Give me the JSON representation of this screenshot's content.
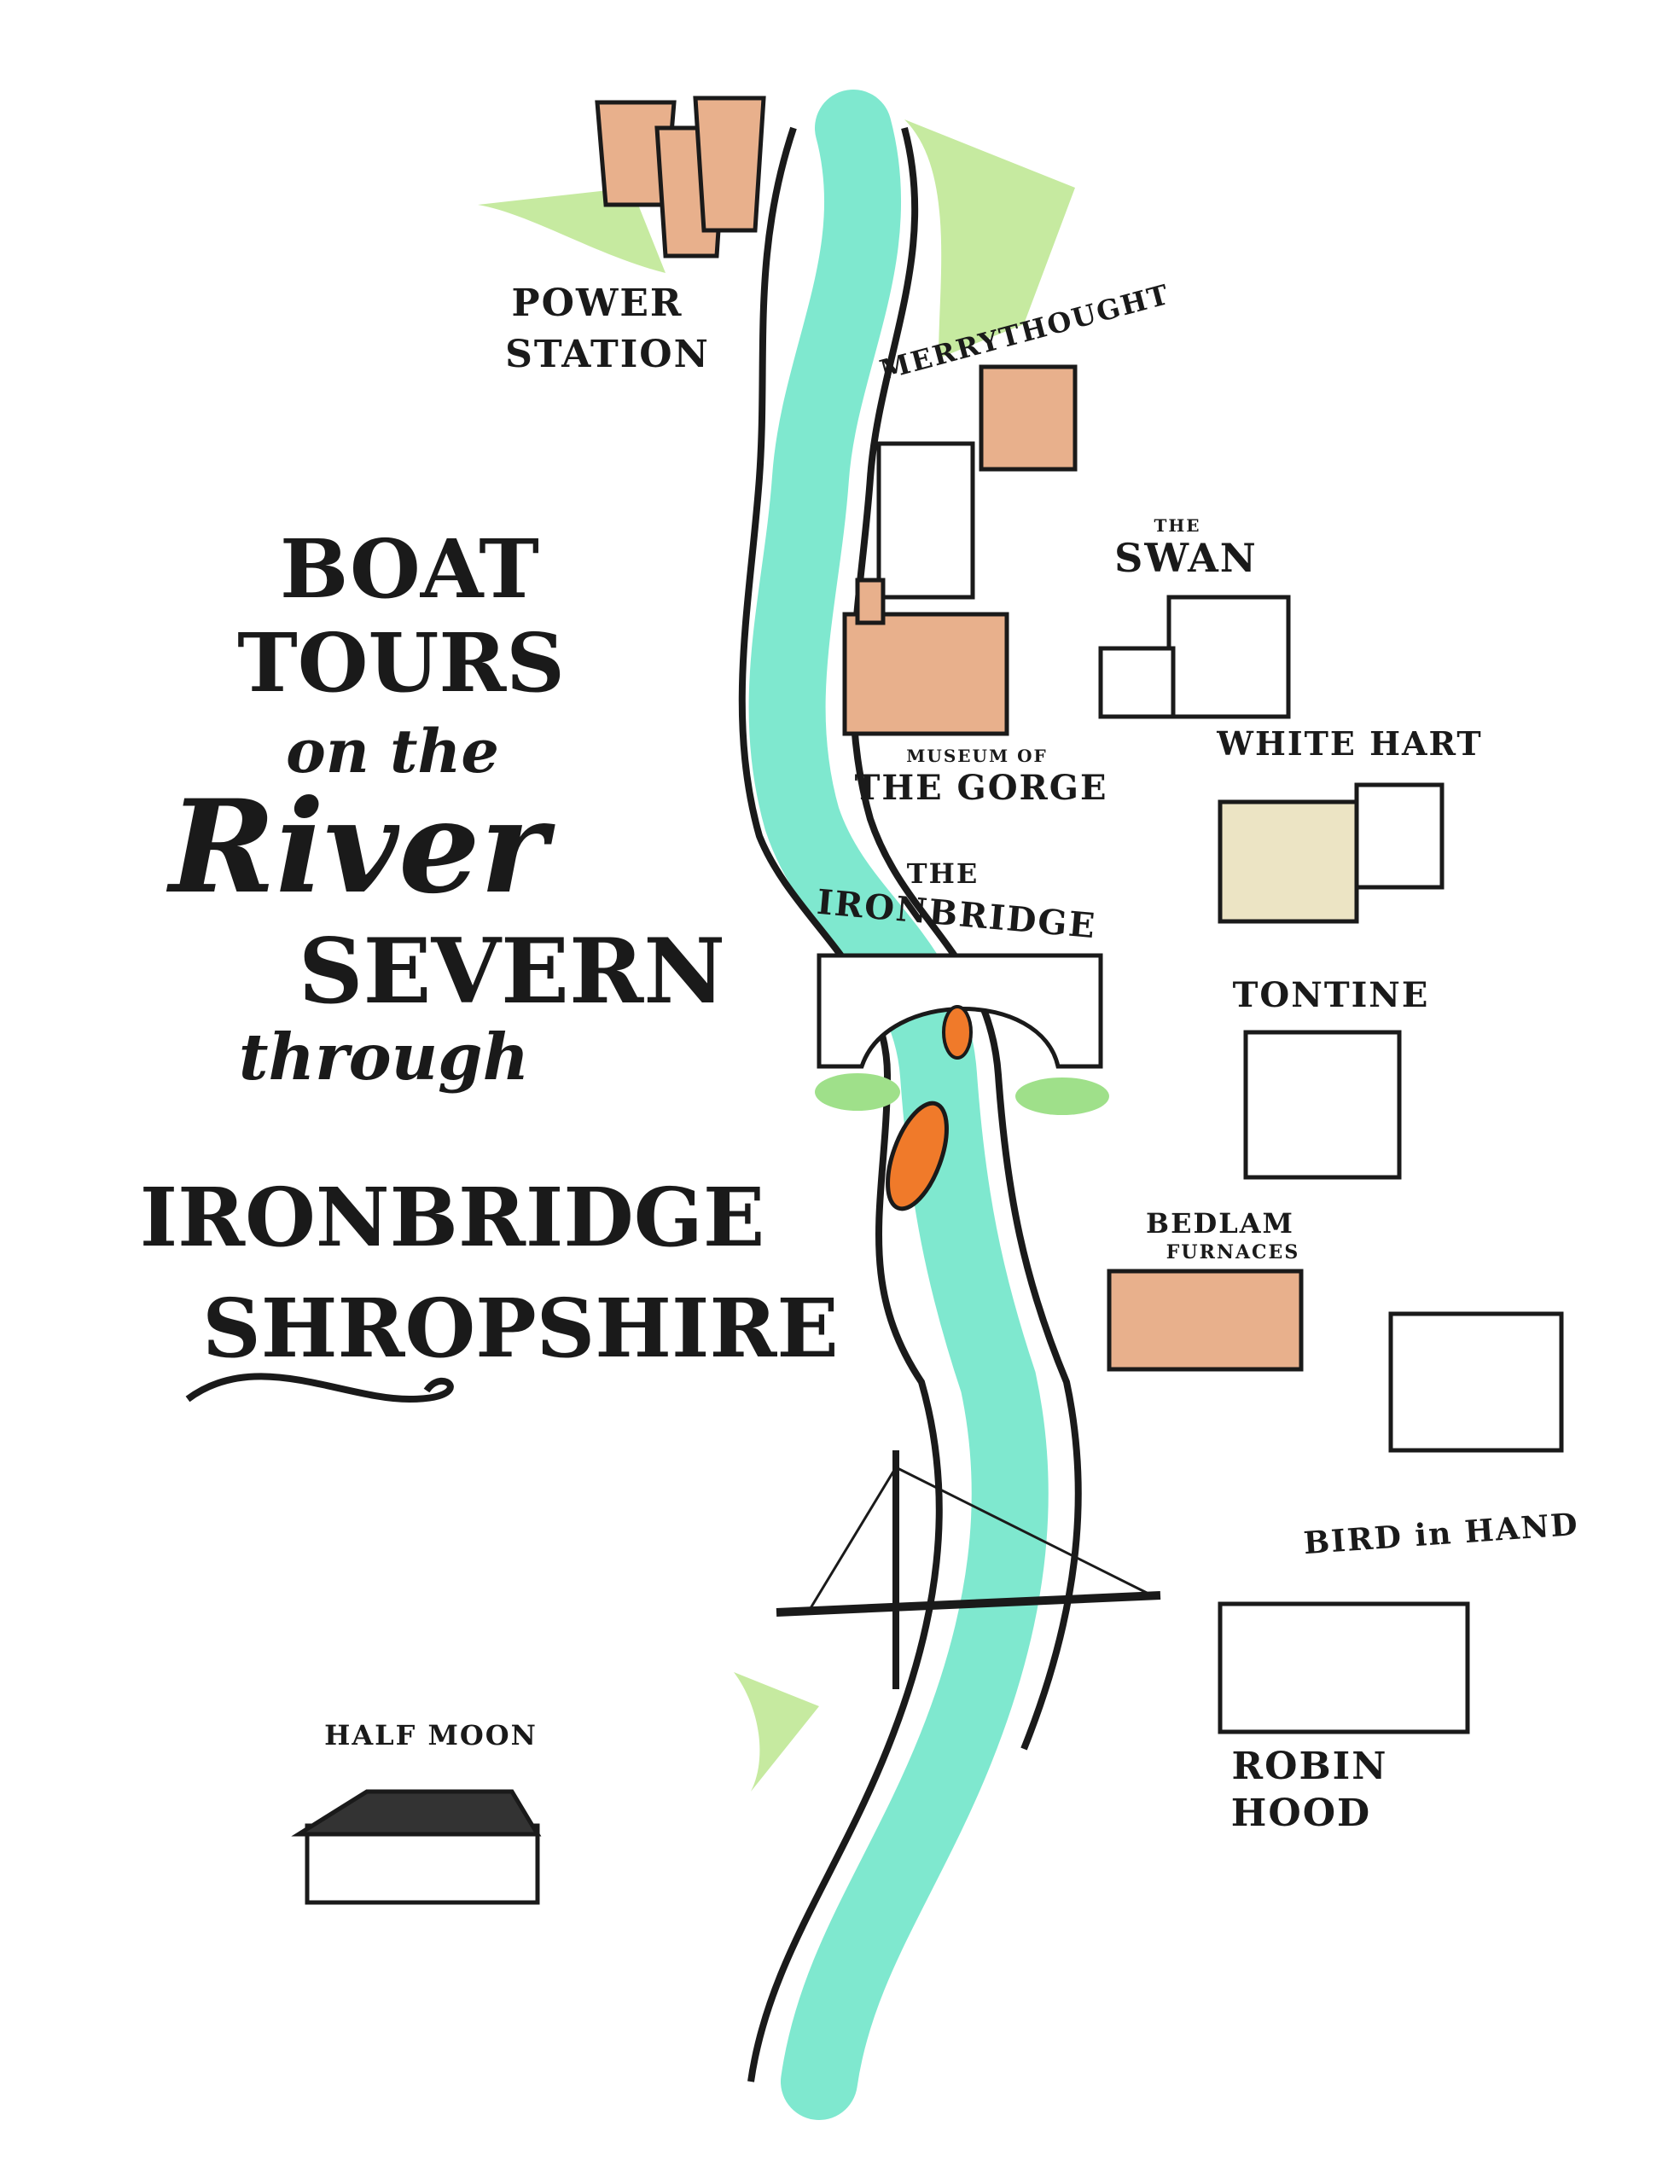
{
  "title": {
    "line1": "BOAT",
    "line2": "TOURS",
    "line3": "on the",
    "line4": "River",
    "line5": "SEVERN",
    "line6": "through",
    "line7": "IRONBRIDGE",
    "line8": "SHROPSHIRE"
  },
  "places": {
    "power_station": [
      "POWER",
      "STATION"
    ],
    "merrythought": "MERRYTHOUGHT",
    "swan": [
      "THE",
      "SWAN"
    ],
    "white_hart": "WHITE HART",
    "museum": [
      "MUSEUM OF",
      "THE GORGE"
    ],
    "ironbridge": [
      "THE",
      "IRONBRIDGE"
    ],
    "tontine": "TONTINE",
    "bedlam": [
      "BEDLAM",
      "FURNACES"
    ],
    "bird_in_hand": "BIRD in HAND",
    "robin_hood": [
      "ROBIN",
      "HOOD"
    ],
    "half_moon": "HALF MOON"
  },
  "colors": {
    "river": "#7fe8cf",
    "ink": "#1a1a1a",
    "brick": "#e8b08c",
    "grass": "#c6eaa0",
    "boat": "#f07a2a",
    "cream": "#ece4c4"
  }
}
